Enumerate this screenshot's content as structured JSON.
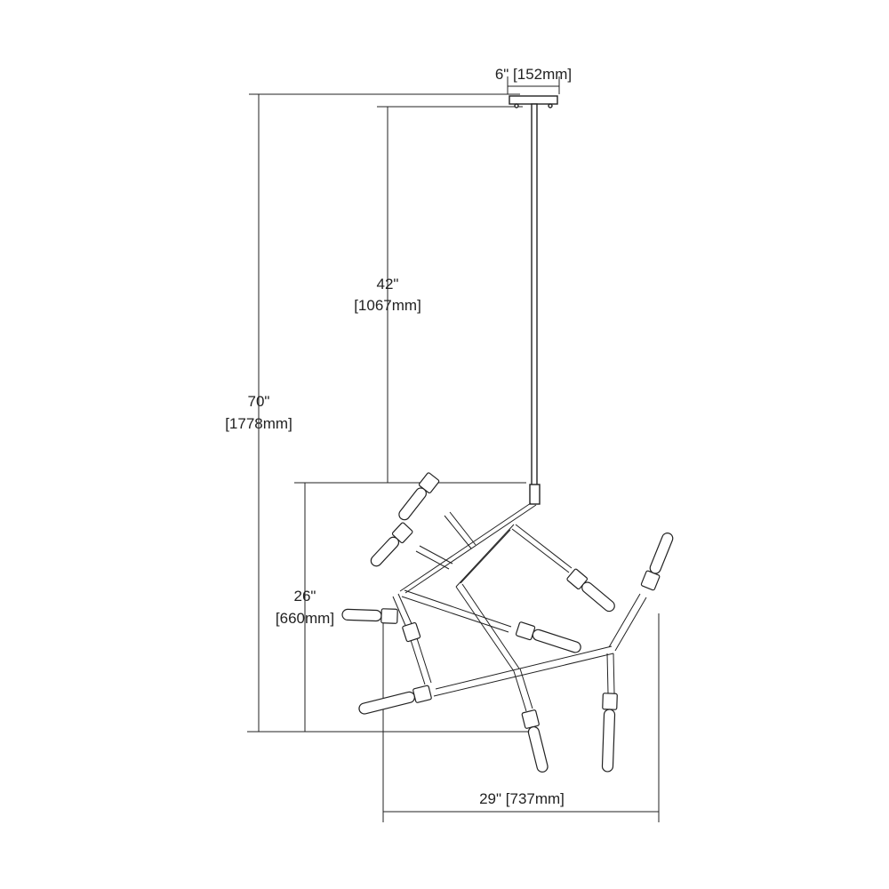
{
  "dimensions": {
    "canopy_width": "6\" [152mm]",
    "stem_height_in": "42\"",
    "stem_height_mm": "[1067mm]",
    "overall_height_in": "70\"",
    "overall_height_mm": "[1778mm]",
    "fixture_height_in": "26\"",
    "fixture_height_mm": "[660mm]",
    "fixture_width": "29\" [737mm]"
  },
  "colors": {
    "line": "#222222",
    "background": "#ffffff"
  }
}
